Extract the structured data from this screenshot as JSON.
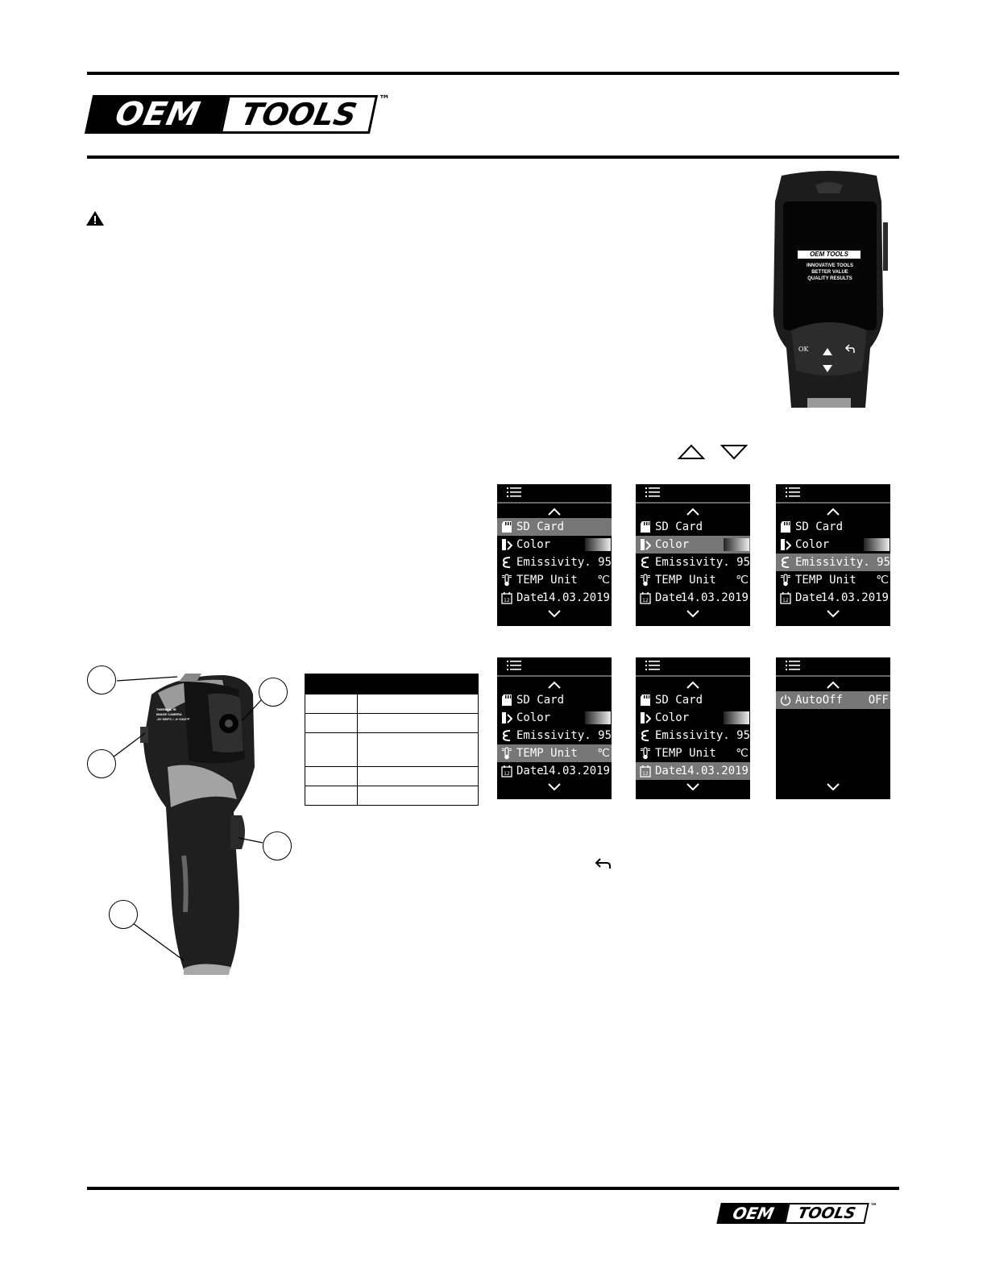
{
  "header": {
    "logo": {
      "left": "OEM",
      "right": "TOOLS",
      "mark": "™"
    }
  },
  "device_splash": {
    "brand": "OEM TOOLS",
    "lines": [
      "INNOVATIVE TOOLS",
      "BETTER VALUE",
      "QUALITY RESULTS"
    ],
    "ok_label": "OK"
  },
  "camera_body": {
    "label_lines": [
      "THERMAL IR",
      "IMAGE CAMERA",
      "-20~550°C / -4~1022°F"
    ]
  },
  "menu_screens": [
    {
      "items": [
        {
          "icon": "sd-card-icon",
          "label": "SD Card",
          "value": "",
          "selected": true
        },
        {
          "icon": "color-palette-icon",
          "label": "Color",
          "value": "gradient",
          "selected": false
        },
        {
          "icon": "emissivity-icon",
          "label": "Emissivity",
          "value": ". 95",
          "selected": false
        },
        {
          "icon": "thermometer-icon",
          "label": "TEMP Unit",
          "value": "℃",
          "selected": false
        },
        {
          "icon": "calendar-icon",
          "label": "Date",
          "value": "14.03.2019",
          "selected": false
        }
      ]
    },
    {
      "items": [
        {
          "icon": "sd-card-icon",
          "label": "SD Card",
          "value": "",
          "selected": false
        },
        {
          "icon": "color-palette-icon",
          "label": "Color",
          "value": "gradient",
          "selected": true
        },
        {
          "icon": "emissivity-icon",
          "label": "Emissivity",
          "value": ". 95",
          "selected": false
        },
        {
          "icon": "thermometer-icon",
          "label": "TEMP Unit",
          "value": "℃",
          "selected": false
        },
        {
          "icon": "calendar-icon",
          "label": "Date",
          "value": "14.03.2019",
          "selected": false
        }
      ]
    },
    {
      "items": [
        {
          "icon": "sd-card-icon",
          "label": "SD Card",
          "value": "",
          "selected": false
        },
        {
          "icon": "color-palette-icon",
          "label": "Color",
          "value": "gradient",
          "selected": false
        },
        {
          "icon": "emissivity-icon",
          "label": "Emissivity",
          "value": ". 95",
          "selected": true
        },
        {
          "icon": "thermometer-icon",
          "label": "TEMP Unit",
          "value": "℃",
          "selected": false
        },
        {
          "icon": "calendar-icon",
          "label": "Date",
          "value": "14.03.2019",
          "selected": false
        }
      ]
    },
    {
      "items": [
        {
          "icon": "sd-card-icon",
          "label": "SD Card",
          "value": "",
          "selected": false
        },
        {
          "icon": "color-palette-icon",
          "label": "Color",
          "value": "gradient",
          "selected": false
        },
        {
          "icon": "emissivity-icon",
          "label": "Emissivity",
          "value": ". 95",
          "selected": false
        },
        {
          "icon": "thermometer-icon",
          "label": "TEMP Unit",
          "value": "℃",
          "selected": true
        },
        {
          "icon": "calendar-icon",
          "label": "Date",
          "value": "14.03.2019",
          "selected": false
        }
      ]
    },
    {
      "items": [
        {
          "icon": "sd-card-icon",
          "label": "SD Card",
          "value": "",
          "selected": false
        },
        {
          "icon": "color-palette-icon",
          "label": "Color",
          "value": "gradient",
          "selected": false
        },
        {
          "icon": "emissivity-icon",
          "label": "Emissivity",
          "value": ". 95",
          "selected": false
        },
        {
          "icon": "thermometer-icon",
          "label": "TEMP Unit",
          "value": "℃",
          "selected": false
        },
        {
          "icon": "calendar-icon",
          "label": "Date",
          "value": "14.03.2019",
          "selected": true
        }
      ]
    },
    {
      "items": [
        {
          "icon": "power-icon",
          "label": "AutoOff",
          "value": "OFF",
          "selected": true
        }
      ]
    }
  ],
  "footer": {
    "logo": {
      "left": "OEM",
      "right": "TOOLS",
      "mark": "™"
    }
  },
  "colors": {
    "ink": "#000000",
    "screen_bg": "#000000",
    "highlight": "#777777",
    "body_grey": "#9a9a9a"
  }
}
